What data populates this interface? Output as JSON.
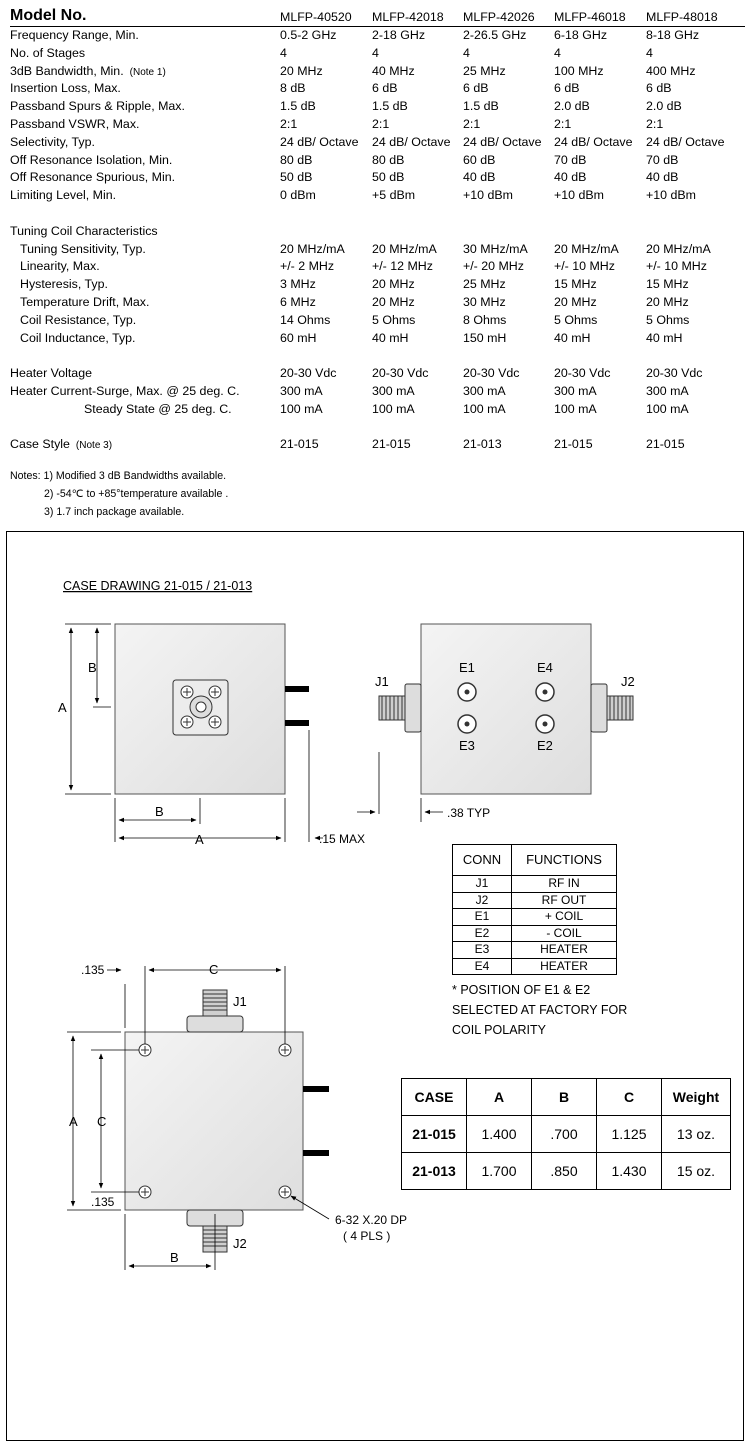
{
  "spec": {
    "header_label": "Model No.",
    "models": [
      "MLFP-40520",
      "MLFP-42018",
      "MLFP-42026",
      "MLFP-46018",
      "MLFP-48018"
    ],
    "rows": [
      {
        "label": "Frequency Range, Min.",
        "values": [
          "0.5-2 GHz",
          "2-18 GHz",
          "2-26.5 GHz",
          "6-18 GHz",
          "8-18 GHz"
        ]
      },
      {
        "label": "No. of Stages",
        "values": [
          "4",
          "4",
          "4",
          "4",
          "4"
        ]
      },
      {
        "label": "3dB Bandwidth, Min.",
        "note": "(Note 1)",
        "values": [
          "20 MHz",
          "40 MHz",
          "25 MHz",
          "100 MHz",
          "400 MHz"
        ]
      },
      {
        "label": "Insertion Loss, Max.",
        "values": [
          "8 dB",
          "6 dB",
          "6 dB",
          "6 dB",
          "6 dB"
        ]
      },
      {
        "label": "Passband Spurs & Ripple, Max.",
        "values": [
          "1.5 dB",
          "1.5 dB",
          "1.5 dB",
          "2.0 dB",
          "2.0 dB"
        ]
      },
      {
        "label": "Passband VSWR, Max.",
        "values": [
          "2:1",
          "2:1",
          "2:1",
          "2:1",
          "2:1"
        ]
      },
      {
        "label": "Selectivity, Typ.",
        "values": [
          "24 dB/ Octave",
          "24 dB/ Octave",
          "24 dB/ Octave",
          "24 dB/ Octave",
          "24 dB/ Octave"
        ]
      },
      {
        "label": "Off Resonance Isolation, Min.",
        "values": [
          "80 dB",
          "80 dB",
          "60 dB",
          "70 dB",
          "70 dB"
        ]
      },
      {
        "label": "Off Resonance Spurious, Min.",
        "values": [
          "50 dB",
          "50 dB",
          "40 dB",
          "40 dB",
          "40 dB"
        ]
      },
      {
        "label": "Limiting Level, Min.",
        "values": [
          "0 dBm",
          "+5 dBm",
          "+10 dBm",
          "+10 dBm",
          "+10 dBm"
        ]
      }
    ],
    "coil_heading": "Tuning Coil Characteristics",
    "coil_rows": [
      {
        "label": "Tuning Sensitivity, Typ.",
        "values": [
          "20 MHz/mA",
          "20 MHz/mA",
          "30 MHz/mA",
          "20 MHz/mA",
          "20 MHz/mA"
        ]
      },
      {
        "label": "Linearity, Max.",
        "values": [
          "+/- 2 MHz",
          "+/- 12 MHz",
          "+/- 20 MHz",
          "+/- 10 MHz",
          "+/- 10 MHz"
        ]
      },
      {
        "label": "Hysteresis, Typ.",
        "values": [
          "3 MHz",
          "20 MHz",
          "25 MHz",
          "15 MHz",
          "15 MHz"
        ]
      },
      {
        "label": "Temperature Drift, Max.",
        "values": [
          "6 MHz",
          "20 MHz",
          "30 MHz",
          "20 MHz",
          "20 MHz"
        ]
      },
      {
        "label": "Coil Resistance, Typ.",
        "values": [
          "14 Ohms",
          "5 Ohms",
          "8 Ohms",
          "5 Ohms",
          "5 Ohms"
        ]
      },
      {
        "label": "Coil Inductance, Typ.",
        "values": [
          "60 mH",
          "40 mH",
          "150 mH",
          "40 mH",
          "40 mH"
        ]
      }
    ],
    "heater_rows": [
      {
        "label": "Heater Voltage",
        "values": [
          "20-30 Vdc",
          "20-30 Vdc",
          "20-30 Vdc",
          "20-30 Vdc",
          "20-30 Vdc"
        ]
      },
      {
        "label": "Heater Current-Surge, Max. @ 25 deg. C.",
        "values": [
          "300 mA",
          "300 mA",
          "300 mA",
          "300 mA",
          "300 mA"
        ]
      },
      {
        "label": "Steady State @ 25 deg. C.",
        "values": [
          "100 mA",
          "100 mA",
          "100 mA",
          "100 mA",
          "100 mA"
        ]
      }
    ],
    "case_row": {
      "label": "Case Style",
      "note": "(Note 3)",
      "values": [
        "21-015",
        "21-015",
        "21-013",
        "21-015",
        "21-015"
      ]
    }
  },
  "notes": [
    "Notes: 1) Modified 3 dB Bandwidths available.",
    "2) -54℃ to +85°temperature available .",
    "3) 1.7 inch package available."
  ],
  "drawing": {
    "title": "CASE DRAWING  21-015 / 21-013",
    "dim_labels": {
      "a": "A",
      "b": "B",
      "c": "C",
      "max": ".15 MAX",
      "typ": ".38 TYP",
      "d135": ".135",
      "screw": "6-32 X.20 DP",
      "pls": "( 4 PLS )"
    },
    "connectors": {
      "j1": "J1",
      "j2": "J2",
      "e1": "E1",
      "e2": "E2",
      "e3": "E3",
      "e4": "E4"
    },
    "conn_table": {
      "headers": [
        "CONN",
        "FUNCTIONS"
      ],
      "rows": [
        [
          "J1",
          "RF IN"
        ],
        [
          "J2",
          "RF OUT"
        ],
        [
          "E1",
          "+ COIL"
        ],
        [
          "E2",
          "- COIL"
        ],
        [
          "E3",
          "HEATER"
        ],
        [
          "E4",
          "HEATER"
        ]
      ]
    },
    "footnote": [
      "* POSITION OF E1 & E2",
      "SELECTED AT FACTORY FOR",
      "COIL POLARITY"
    ],
    "case_table": {
      "headers": [
        "CASE",
        "A",
        "B",
        "C",
        "Weight"
      ],
      "rows": [
        [
          "21-015",
          "1.400",
          ".700",
          "1.125",
          "13 oz."
        ],
        [
          "21-013",
          "1.700",
          ".850",
          "1.430",
          "15 oz."
        ]
      ]
    }
  }
}
